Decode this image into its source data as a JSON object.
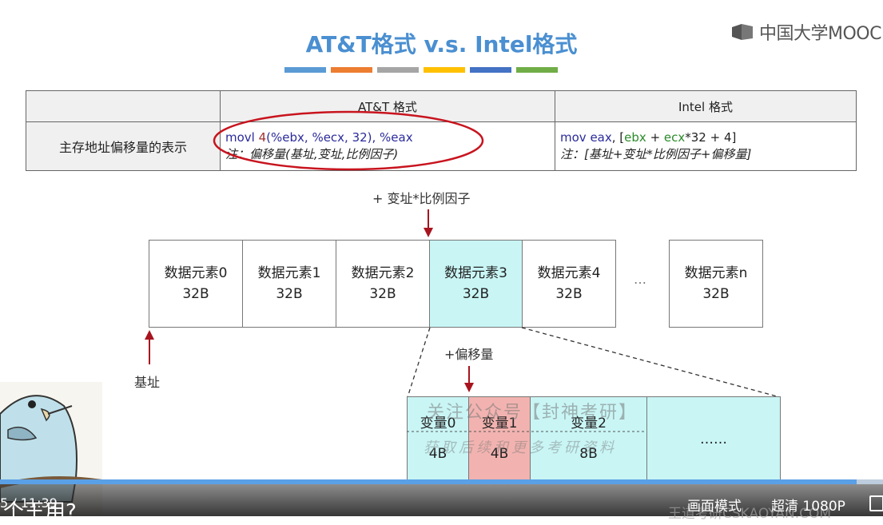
{
  "logo": {
    "text": "中国大学MOOC"
  },
  "slide": {
    "title": "AT&T格式 v.s. Intel格式",
    "colors": [
      "#5b9bd5",
      "#ed7d31",
      "#a5a5a5",
      "#ffc000",
      "#4472c4",
      "#70ad47"
    ]
  },
  "table": {
    "headers": [
      "",
      "AT&T 格式",
      "Intel 格式"
    ],
    "row_label": "主存地址偏移量的表示",
    "att_code": {
      "op": "movl",
      "num": "4",
      "rest": "(%ebx, %ecx, 32), %eax"
    },
    "att_note": "注：偏移量(基址,变址,比例因子)",
    "intel_code": {
      "op": "mov",
      "reg": "eax",
      "sep": ", [",
      "a": "ebx",
      "plus": " + ",
      "b": "ecx",
      "mul": "*32 + 4]"
    },
    "intel_note": "注：[基址+变址*比例因子+偏移量]"
  },
  "diagram": {
    "index_label": "+ 变址*比例因子",
    "base_label": "基址",
    "offset_label": "+偏移量",
    "elements": [
      {
        "name": "数据元素0",
        "size": "32B"
      },
      {
        "name": "数据元素1",
        "size": "32B"
      },
      {
        "name": "数据元素2",
        "size": "32B"
      },
      {
        "name": "数据元素3",
        "size": "32B"
      },
      {
        "name": "数据元素4",
        "size": "32B"
      },
      {
        "name": "数据元素n",
        "size": "32B"
      }
    ],
    "ellipsis": "…",
    "vars": [
      {
        "name": "变量0",
        "size": "4B"
      },
      {
        "name": "变量1",
        "size": "4B"
      },
      {
        "name": "变量2",
        "size": "8B"
      }
    ],
    "var_ellipsis": "……"
  },
  "watermark": {
    "line1": "关注公众号【封神考研】",
    "line2": "获取后续和更多考研资料",
    "line3": "王道考研CSKAOYAN.COM"
  },
  "player": {
    "time": "5 / 11:39",
    "progress": 0.97,
    "mode_label": "画面模式",
    "quality_label": "超清 1080P",
    "subtitle_fragment": "个王用?"
  }
}
